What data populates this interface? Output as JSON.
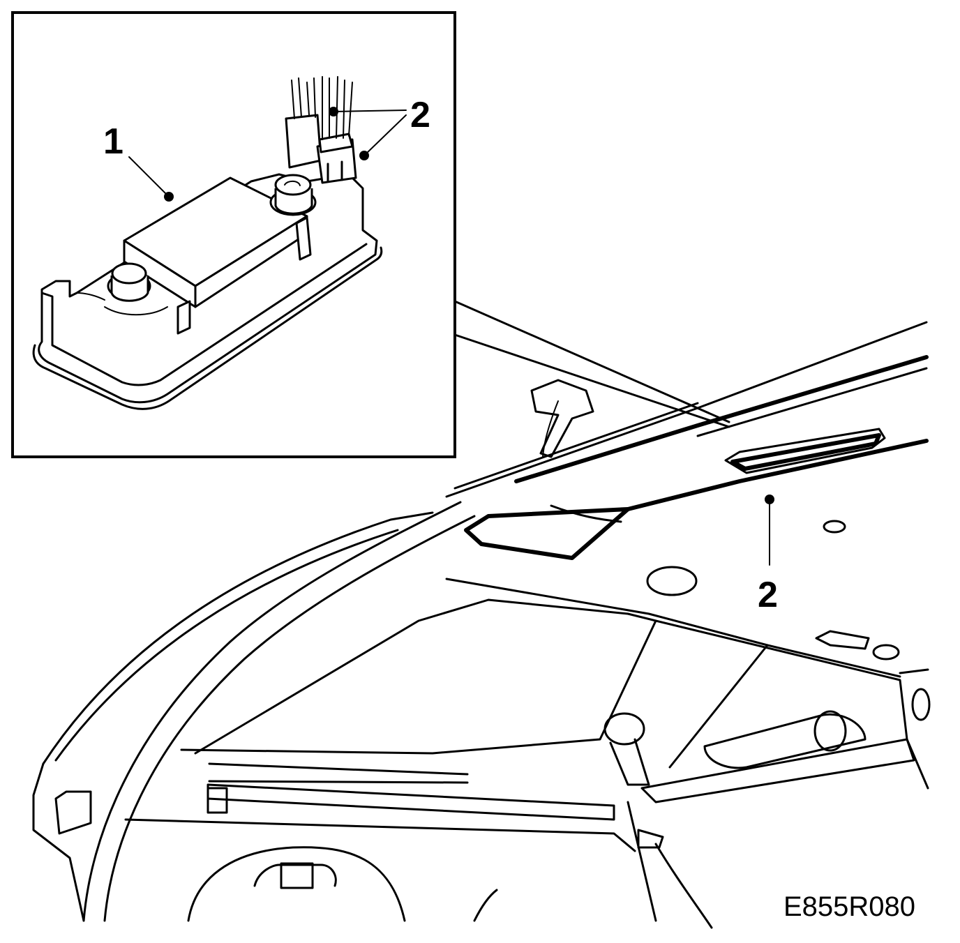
{
  "callouts": {
    "item_1": "1",
    "item_2_inset": "2",
    "item_2_main": "2"
  },
  "figure_code": "E855R080",
  "colors": {
    "line": "#000000",
    "background": "#ffffff"
  }
}
